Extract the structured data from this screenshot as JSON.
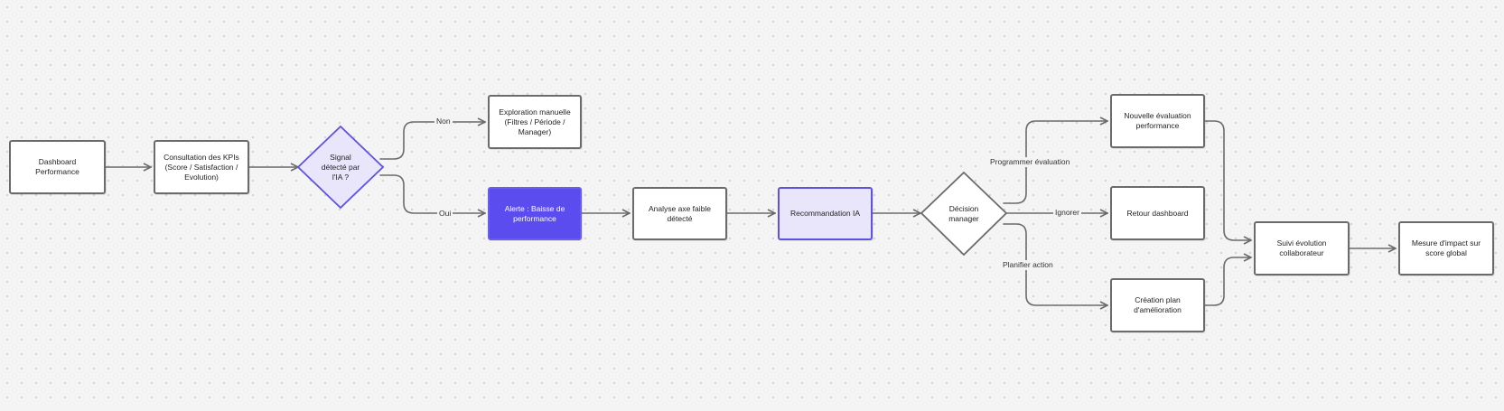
{
  "nodes": {
    "dashboard": "Dashboard Performance",
    "consultation": "Consultation des KPIs\n(Score / Satisfaction /\nEvolution)",
    "signal": "Signal\ndétecté par\nl'IA ?",
    "exploration": "Exploration manuelle\n(Filtres / Période /\nManager)",
    "alerte": "Alerte : Baisse de\nperformance",
    "analyse": "Analyse axe faible\ndétecté",
    "recommandation": "Recommandation IA",
    "decision": "Décision\nmanager",
    "nouvelle_evaluation": "Nouvelle évaluation\nperformance",
    "retour_dashboard": "Retour dashboard",
    "creation_plan": "Création plan\nd'amélioration",
    "suivi": "Suivi évolution\ncollaborateur",
    "mesure": "Mesure d'impact sur\nscore global"
  },
  "edge_labels": {
    "non": "Non",
    "oui": "Oui",
    "programmer": "Programmer évaluation",
    "ignorer": "Ignorer",
    "planifier": "Planifier action"
  },
  "colors": {
    "accent": "#5b4cf0",
    "accent_light": "#e9e6fb",
    "stroke": "#6b6b6b"
  }
}
